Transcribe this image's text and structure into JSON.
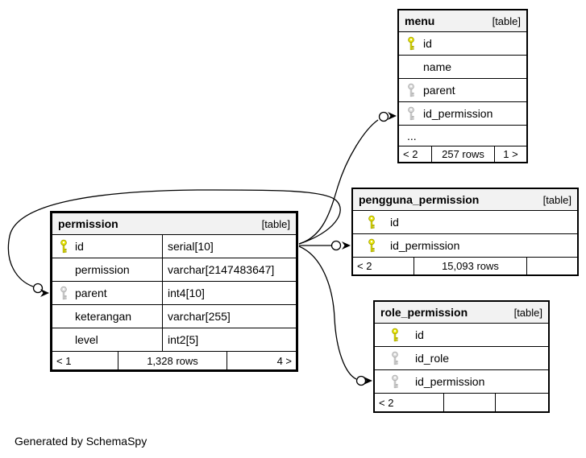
{
  "diagram": {
    "generator_note": "Generated by SchemaSpy",
    "colors": {
      "primary_key": "#e9e500",
      "foreign_key": "#d9d9d9",
      "header_bg": "#f2f2f2",
      "line": "#000000"
    },
    "tables": [
      {
        "name": "menu",
        "tag": "[table]",
        "columns": [
          {
            "name": "id",
            "key": "primary"
          },
          {
            "name": "name",
            "key": "none"
          },
          {
            "name": "parent",
            "key": "foreign"
          },
          {
            "name": "id_permission",
            "key": "foreign"
          },
          {
            "name": "...",
            "key": "none"
          }
        ],
        "stats": {
          "in": "< 2",
          "rows": "257 rows",
          "out": "1 >"
        }
      },
      {
        "name": "pengguna_permission",
        "tag": "[table]",
        "columns": [
          {
            "name": "id",
            "key": "primary"
          },
          {
            "name": "id_permission",
            "key": "primary"
          }
        ],
        "stats": {
          "in": "< 2",
          "rows": "15,093 rows",
          "out": ""
        }
      },
      {
        "name": "permission",
        "tag": "[table]",
        "columns": [
          {
            "name": "id",
            "type": "serial[10]",
            "key": "primary"
          },
          {
            "name": "permission",
            "type": "varchar[2147483647]",
            "key": "none"
          },
          {
            "name": "parent",
            "type": "int4[10]",
            "key": "foreign"
          },
          {
            "name": "keterangan",
            "type": "varchar[255]",
            "key": "none"
          },
          {
            "name": "level",
            "type": "int2[5]",
            "key": "none"
          }
        ],
        "stats": {
          "in": "< 1",
          "rows": "1,328 rows",
          "out": "4 >"
        }
      },
      {
        "name": "role_permission",
        "tag": "[table]",
        "columns": [
          {
            "name": "id",
            "key": "primary"
          },
          {
            "name": "id_role",
            "key": "foreign"
          },
          {
            "name": "id_permission",
            "key": "foreign"
          }
        ],
        "stats": {
          "in": "< 2",
          "rows": "",
          "out": ""
        }
      }
    ]
  }
}
